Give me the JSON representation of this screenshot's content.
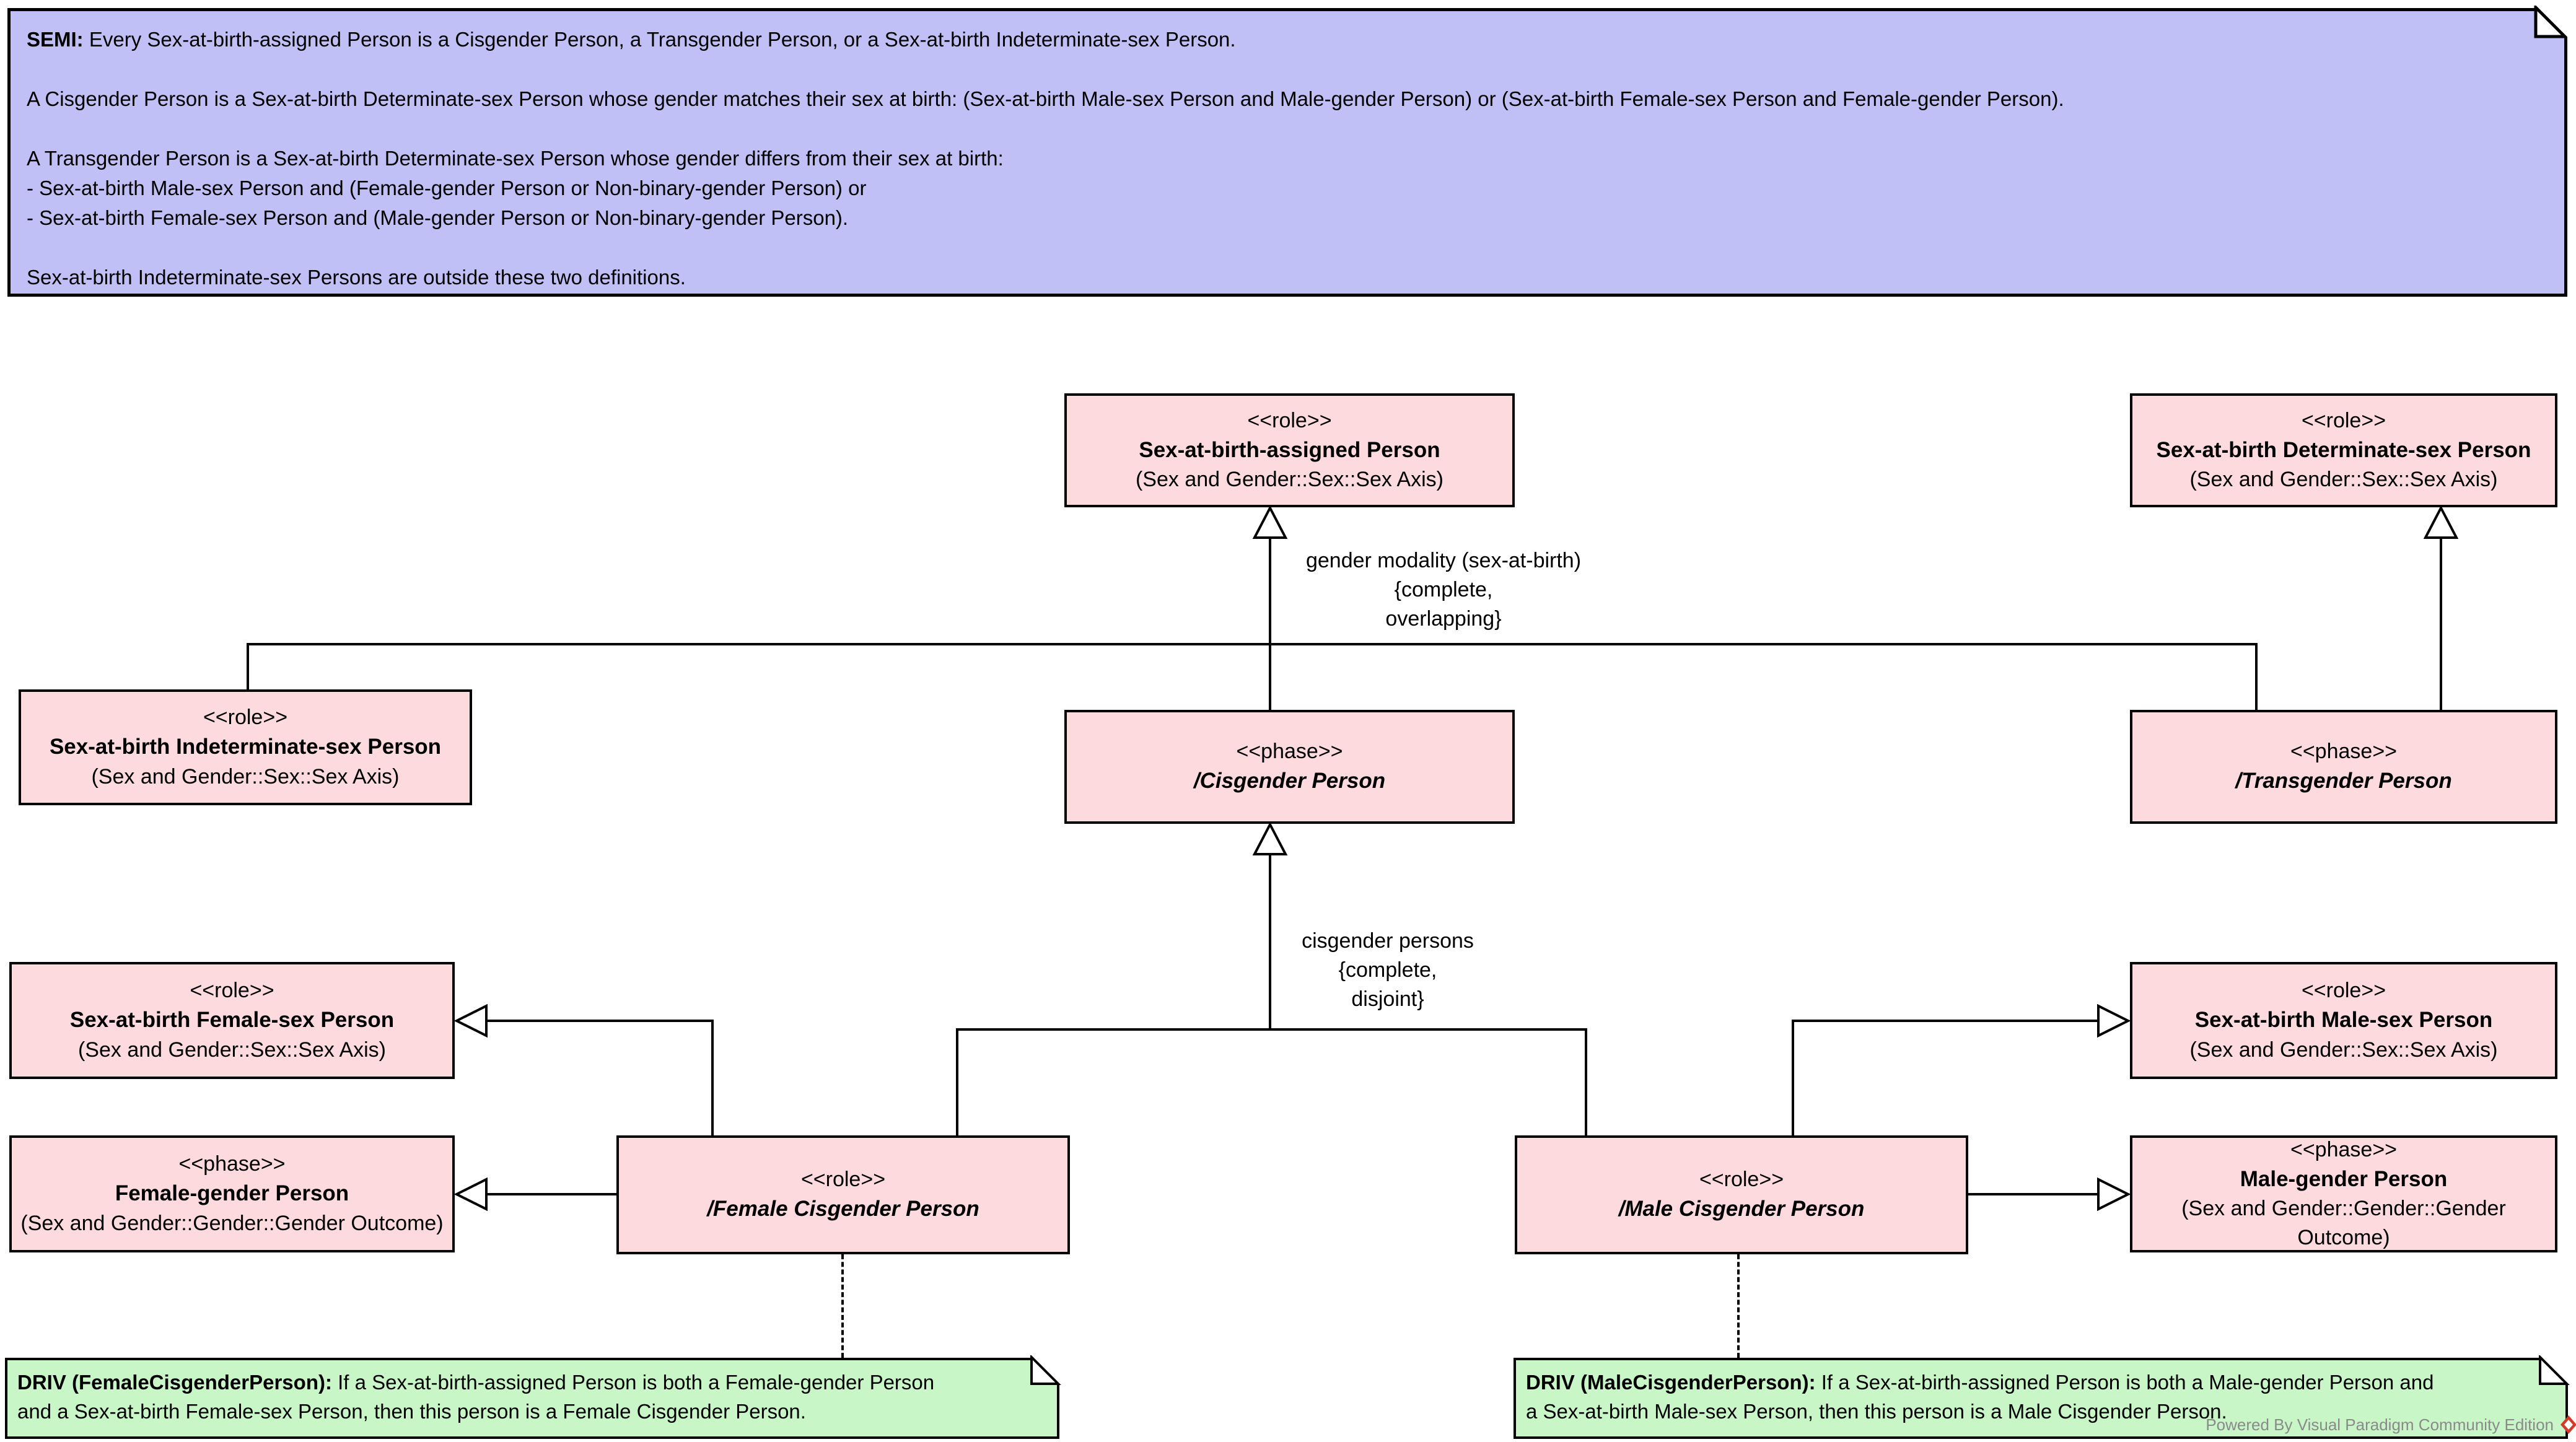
{
  "diagram": {
    "semi_note": {
      "label": "SEMI:",
      "body": " Every Sex-at-birth-assigned Person is a Cisgender Person, a Transgender Person, or a Sex-at-birth Indeterminate-sex Person.\n\nA Cisgender Person is a Sex-at-birth Determinate-sex Person whose gender matches their sex at birth: (Sex-at-birth Male-sex Person and Male-gender Person) or (Sex-at-birth Female-sex Person and Female-gender Person).\n\nA Transgender Person is a Sex-at-birth Determinate-sex Person whose gender differs from their sex at birth:\n- Sex-at-birth Male-sex Person and (Female-gender Person or Non-binary-gender Person) or\n- Sex-at-birth Female-sex Person and (Male-gender Person or Non-binary-gender Person).\n\nSex-at-birth Indeterminate-sex Persons are outside these two definitions."
    },
    "nodes": [
      {
        "stereotype": "<<role>>",
        "name": "Sex-at-birth-assigned Person",
        "detail": "(Sex and Gender::Sex::Sex Axis)"
      },
      {
        "stereotype": "<<role>>",
        "name": "Sex-at-birth Determinate-sex Person",
        "detail": "(Sex and Gender::Sex::Sex Axis)"
      },
      {
        "stereotype": "<<role>>",
        "name": "Sex-at-birth Indeterminate-sex Person",
        "detail": "(Sex and Gender::Sex::Sex Axis)"
      },
      {
        "stereotype": "<<phase>>",
        "name": "/Cisgender Person"
      },
      {
        "stereotype": "<<phase>>",
        "name": "/Transgender Person"
      },
      {
        "stereotype": "<<role>>",
        "name": "Sex-at-birth Female-sex Person",
        "detail": "(Sex and Gender::Sex::Sex Axis)"
      },
      {
        "stereotype": "<<phase>>",
        "name": "Female-gender Person",
        "detail": "(Sex and Gender::Gender::Gender Outcome)"
      },
      {
        "stereotype": "<<role>>",
        "name": "/Female Cisgender Person"
      },
      {
        "stereotype": "<<role>>",
        "name": "/Male Cisgender Person"
      },
      {
        "stereotype": "<<role>>",
        "name": "Sex-at-birth Male-sex Person",
        "detail": "(Sex and Gender::Sex::Sex Axis)"
      },
      {
        "stereotype": "<<phase>>",
        "name": "Male-gender Person",
        "detail": "(Sex and Gender::Gender::Gender Outcome)"
      }
    ],
    "edge_labels": [
      {
        "text": "gender modality (sex-at-birth)\n{complete,\noverlapping}"
      },
      {
        "text": "cisgender persons\n{complete,\ndisjoint}"
      }
    ],
    "driv_notes": [
      {
        "label": "DRIV (FemaleCisgenderPerson):",
        "body": " If a Sex-at-birth-assigned Person is both a Female-gender Person\nand a Sex-at-birth Female-sex Person, then this person is a Female Cisgender Person."
      },
      {
        "label": "DRIV (MaleCisgenderPerson):",
        "body": " If a Sex-at-birth-assigned Person is both a Male-gender Person and\na Sex-at-birth Male-sex Person, then this person is a Male Cisgender Person."
      }
    ],
    "watermark": "Powered By Visual Paradigm Community Edition",
    "colors": {
      "note_blue": "#c0c0f6",
      "node_pink": "#fcdadd",
      "note_green": "#c8f6c7",
      "line": "#000000",
      "watermark_text": "#8a8a8a",
      "watermark_logo": "#d33a2c"
    }
  }
}
